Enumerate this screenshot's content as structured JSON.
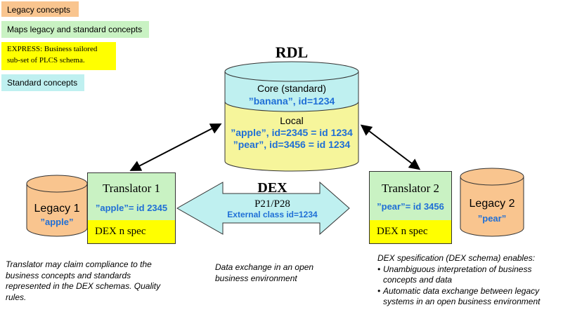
{
  "legend": {
    "legacy": "Legacy concepts",
    "maps": "Maps legacy and standard concepts",
    "express": "EXPRESS: Business tailored sub-set of PLCS schema.",
    "standard": "Standard concepts"
  },
  "rdl": {
    "title": "RDL",
    "core_label": "Core (standard)",
    "core_value": "”banana”, id=1234",
    "local_label": "Local",
    "local_line1": "”apple”, id=2345 = id 1234",
    "local_line2": "”pear”, id=3456 = id 1234"
  },
  "legacy1": {
    "label": "Legacy 1",
    "value": "”apple”"
  },
  "legacy2": {
    "label": "Legacy 2",
    "value": "”pear”"
  },
  "translator1": {
    "title": "Translator 1",
    "mapping": "”apple”= id 2345",
    "spec": "DEX n spec"
  },
  "translator2": {
    "title": "Translator 2",
    "mapping": "”pear”= id 3456",
    "spec": "DEX n spec"
  },
  "dex": {
    "title": "DEX",
    "protocol": "P21/P28",
    "external": "External class id=1234"
  },
  "notes": {
    "left": "Translator may claim compliance to the business concepts and standards represented in the DEX schemas. Quality rules.",
    "middle": "Data exchange in an open business environment",
    "right_intro": "DEX spesification (DEX schema) enables:",
    "right_items": [
      "Unambiguous interpretation of business concepts and data",
      "Automatic data exchange between legacy systems in an open business environment"
    ]
  },
  "colors": {
    "legacy": "#f9c58f",
    "maps": "#c9f2c3",
    "express": "#ffff00",
    "standard": "#bff0f0",
    "local": "#f6f59b",
    "blue_text": "#1f6fd6"
  }
}
